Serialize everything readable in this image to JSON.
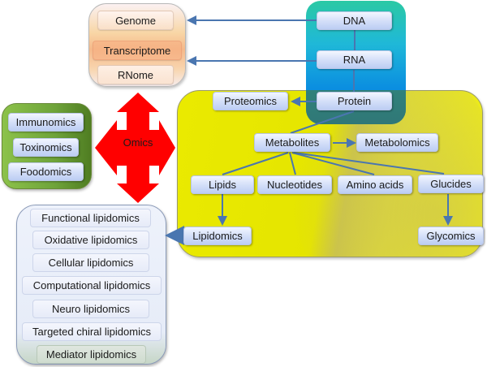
{
  "diagram": {
    "groups": {
      "sources": [
        "Genome",
        "Transcriptome",
        "RNome"
      ],
      "central_dogma": [
        "DNA",
        "RNA",
        "Protein"
      ],
      "other_omics": [
        "Immunomics",
        "Toxinomics",
        "Foodomics"
      ],
      "lipidomics_types": [
        "Functional lipidomics",
        "Oxidative lipidomics",
        "Cellular lipidomics",
        "Computational lipidomics",
        "Neuro lipidomics",
        "Targeted chiral lipidomics",
        "Mediator lipidomics"
      ]
    },
    "nodes": {
      "proteomics": "Proteomics",
      "metabolites": "Metabolites",
      "metabolomics": "Metabolomics",
      "lipids": "Lipids",
      "nucleotides": "Nucleotides",
      "amino_acids": "Amino acids",
      "glucides": "Glucides",
      "lipidomics": "Lipidomics",
      "glycomics": "Glycomics"
    },
    "center": {
      "label": "Omics"
    },
    "edges": [
      {
        "from": "DNA",
        "to": "Genome",
        "arrow": true
      },
      {
        "from": "RNA",
        "to": "Transcriptome",
        "arrow": true
      },
      {
        "from": "DNA",
        "to": "RNA",
        "arrow": false
      },
      {
        "from": "RNA",
        "to": "Protein",
        "arrow": false
      },
      {
        "from": "Protein",
        "to": "Proteomics",
        "arrow": true
      },
      {
        "from": "Protein",
        "to": "Metabolites",
        "arrow": false
      },
      {
        "from": "Metabolites",
        "to": "Metabolomics",
        "arrow": true
      },
      {
        "from": "Metabolites",
        "to": "Lipids",
        "arrow": false
      },
      {
        "from": "Metabolites",
        "to": "Nucleotides",
        "arrow": false
      },
      {
        "from": "Metabolites",
        "to": "Amino acids",
        "arrow": false
      },
      {
        "from": "Metabolites",
        "to": "Glucides",
        "arrow": false
      },
      {
        "from": "Lipids",
        "to": "Lipidomics",
        "arrow": true
      },
      {
        "from": "Glucides",
        "to": "Glycomics",
        "arrow": true
      },
      {
        "from": "Lipidomics",
        "to": "Lipidomics types",
        "arrow": true
      }
    ],
    "colors": {
      "omics_arrow": "#ff0000",
      "edge": "#4a76b0",
      "metabolite_panel": "#e8e800",
      "dna_panel": "#1aa7e0",
      "omics_panel": "#6ea33a"
    }
  }
}
